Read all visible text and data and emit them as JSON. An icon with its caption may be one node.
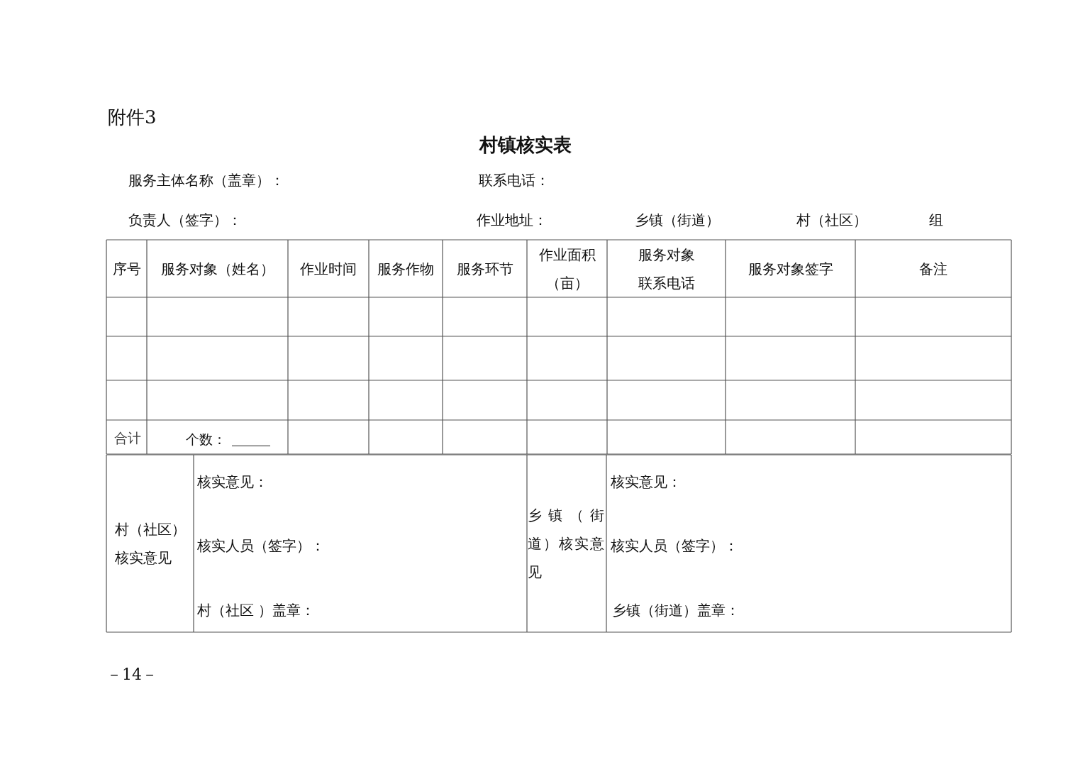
{
  "diagram": {
    "title": "村镇核实表",
    "labels": [
      "附件3",
      "服务主体名称（盖章）：",
      "联系电话：",
      "负责人（签字）：",
      "作业地址：",
      "乡镇（街道）",
      "村（社区）",
      "组",
      "序号",
      "服务对象（姓名）",
      "作业时间",
      "服务作物",
      "服务环节",
      "作业面积（亩）",
      "服务对象联系电话",
      "服务对象签字",
      "备注",
      "合计",
      "个数：",
      "村（社区）核实意见",
      "核实意见：",
      "核实人员（签字）：",
      "村（社区 ）盖章：",
      "乡镇（街道）核实意见",
      "核实意见：",
      "核实人员（签字）：",
      "乡镇（街道）盖章：",
      "－14－"
    ]
  }
}
